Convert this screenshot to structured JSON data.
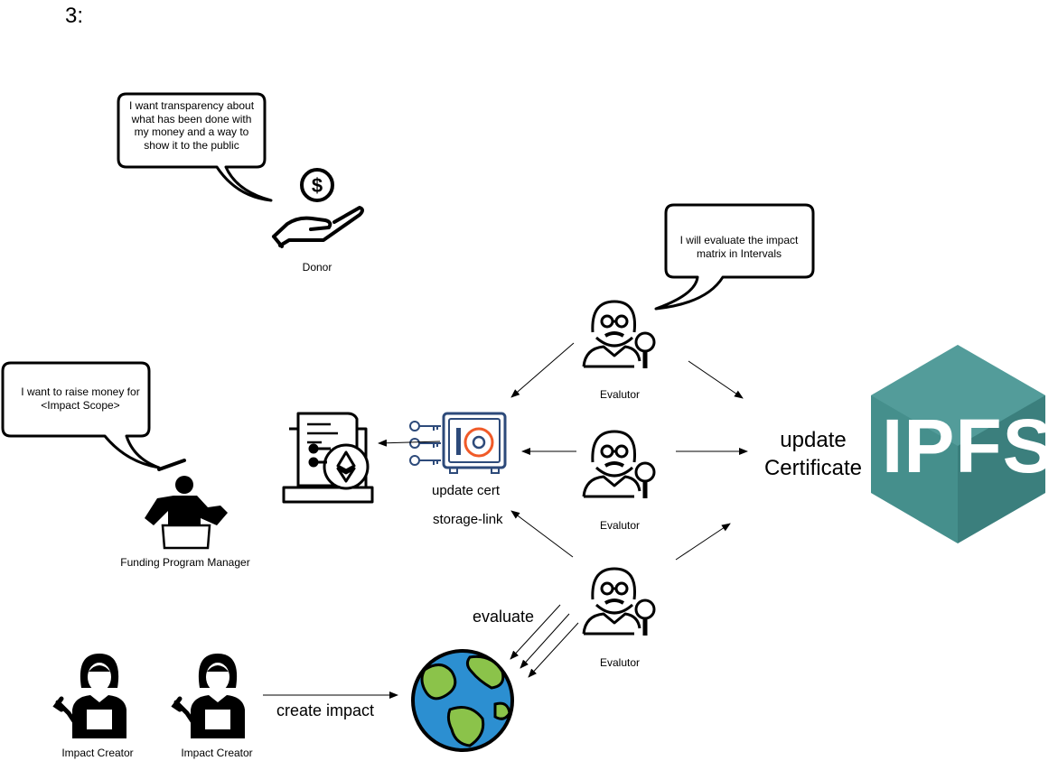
{
  "step_label": "3:",
  "actors": {
    "donor": {
      "label": "Donor",
      "speech": "I want transparency about what has been done with my money and a way to show it to the public",
      "icon": "hand-coin-icon"
    },
    "funding_manager": {
      "label": "Funding Program Manager",
      "speech": "I want to raise money for <Impact Scope>",
      "icon": "presenter-icon"
    },
    "evaluator_speech": "I will evaluate the impact matrix in Intervals",
    "evaluators": [
      {
        "label": "Evalutor"
      },
      {
        "label": "Evalutor"
      },
      {
        "label": "Evalutor"
      }
    ],
    "impact_creators": [
      {
        "label": "Impact Creator"
      },
      {
        "label": "Impact Creator"
      }
    ]
  },
  "labels": {
    "update_cert": "update cert",
    "storage_link": "storage-link",
    "evaluate": "evaluate",
    "create_impact": "create impact",
    "update_certificate": "update\nCertificate",
    "ipfs": "IPFS"
  },
  "colors": {
    "ipfs_main": "#458f8c",
    "ipfs_dark": "#2f6c6a",
    "globe_ocean": "#2c8fd1",
    "globe_land": "#8bc34a",
    "safe_accent": "#f05a28",
    "safe_blue": "#2d4a7a"
  }
}
